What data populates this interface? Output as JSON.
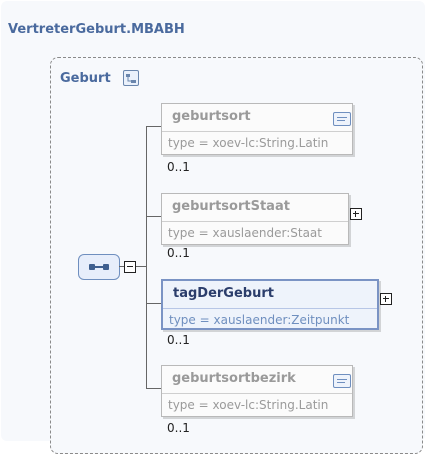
{
  "diagram": {
    "outer_title": "VertreterGeburt.MBABH",
    "group_title": "Geburt",
    "elements": [
      {
        "name": "geburtsort",
        "type": "type = xoev-lc:String.Latin",
        "cardinality": "0..1",
        "icon": "documentation-icon",
        "expandable": false,
        "active": false
      },
      {
        "name": "geburtsortStaat",
        "type": "type = xauslaender:Staat",
        "cardinality": "0..1",
        "icon": "",
        "expandable": true,
        "active": false
      },
      {
        "name": "tagDerGeburt",
        "type": "type = xauslaender:Zeitpunkt",
        "cardinality": "0..1",
        "icon": "",
        "expandable": true,
        "active": true
      },
      {
        "name": "geburtsortbezirk",
        "type": "type = xoev-lc:String.Latin",
        "cardinality": "0..1",
        "icon": "documentation-icon",
        "expandable": false,
        "active": false
      }
    ],
    "colors": {
      "title": "#4a6a9e",
      "active_border": "#7a93c4",
      "inactive_text": "#9a9a9a"
    }
  }
}
